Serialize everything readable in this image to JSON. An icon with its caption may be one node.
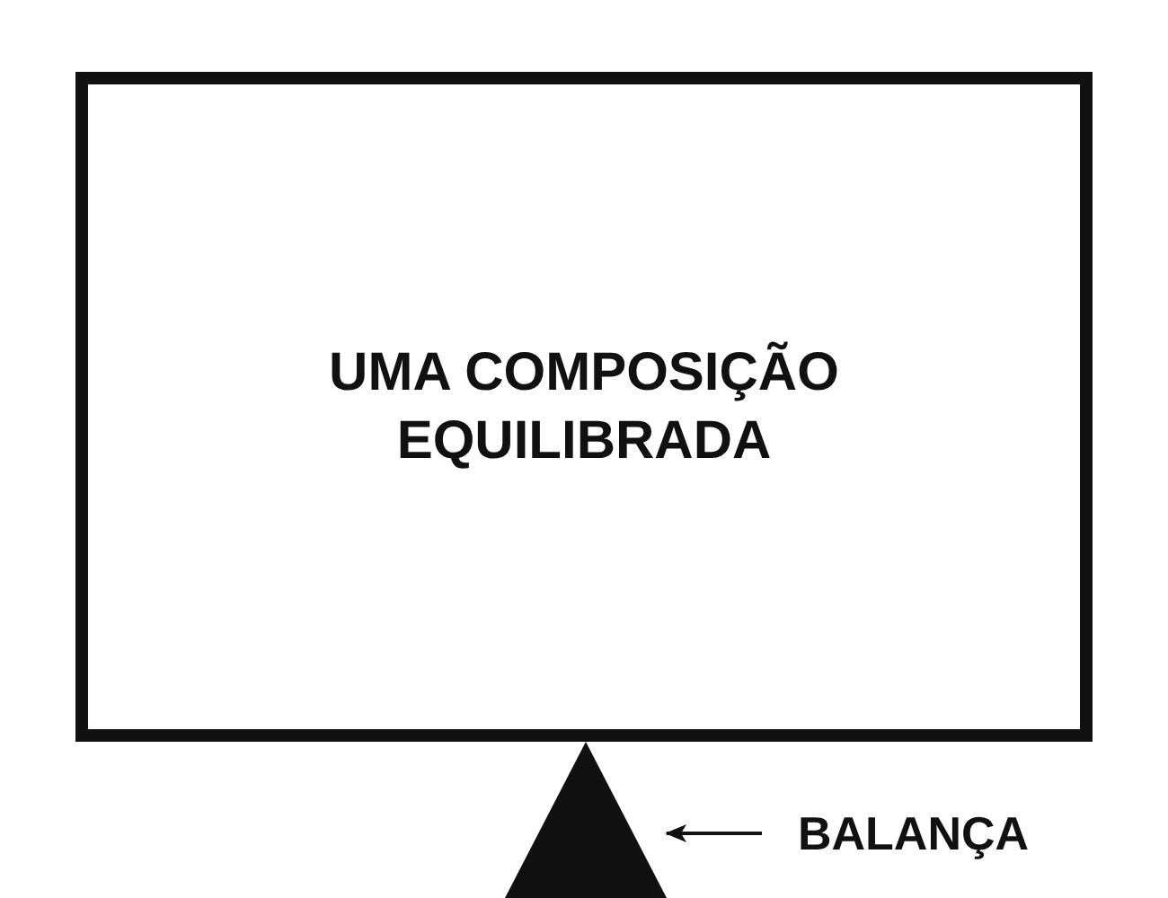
{
  "diagram": {
    "nodes": [
      {
        "text": [
          "UMA COMPOSIÇÃO EQUILIBRADA"
        ]
      },
      {
        "text": [],
        "shape": "triangle"
      },
      {
        "text": [
          "BALANÇA"
        ]
      }
    ],
    "edges": [
      {
        "from": 2,
        "to": 1,
        "arrow": "to"
      }
    ]
  }
}
